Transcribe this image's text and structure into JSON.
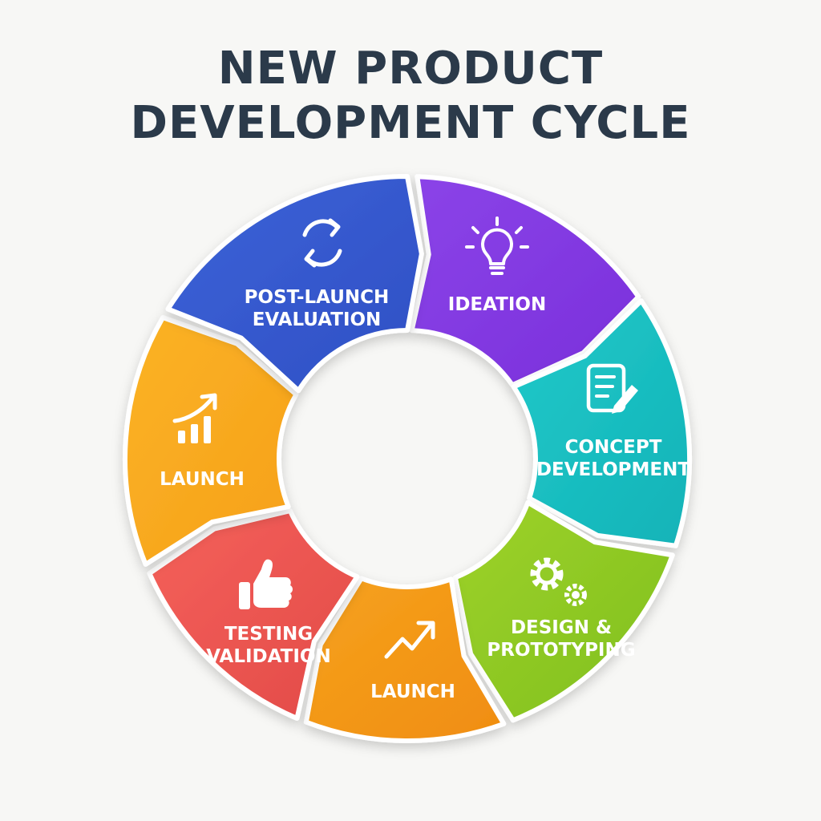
{
  "title": {
    "line1": "NEW PRODUCT",
    "line2": "DEVELOPMENT CYCLE"
  },
  "segments": [
    {
      "id": "ideation",
      "label_lines": [
        "IDEATION"
      ],
      "color": "#8b44e8",
      "color2": "#7a2fdb",
      "icon": "lightbulb-icon"
    },
    {
      "id": "concept-development",
      "label_lines": [
        "CONCEPT",
        "DEVELOPMENT"
      ],
      "color": "#21c9c9",
      "color2": "#12b3b8",
      "icon": "document-pencil-icon"
    },
    {
      "id": "design-prototyping",
      "label_lines": [
        "DESIGN &",
        "PROTOTYPING"
      ],
      "color": "#9ed22a",
      "color2": "#7fbf1e",
      "icon": "gears-icon"
    },
    {
      "id": "launch-bottom",
      "label_lines": [
        "LAUNCH"
      ],
      "color": "#f6a21e",
      "color2": "#f08d10",
      "icon": "trend-arrow-icon"
    },
    {
      "id": "testing-validation",
      "label_lines": [
        "TESTING",
        "VALIDATION"
      ],
      "color": "#f5615a",
      "color2": "#e24a48",
      "icon": "thumbs-up-icon"
    },
    {
      "id": "launch-left",
      "label_lines": [
        "LAUNCH"
      ],
      "color": "#fbb325",
      "color2": "#f6a01a",
      "icon": "bar-chart-growth-icon"
    },
    {
      "id": "post-launch-evaluation",
      "label_lines": [
        "POST-LAUNCH",
        "EVALUATION"
      ],
      "color": "#3d63d8",
      "color2": "#2f4fc4",
      "icon": "cycle-arrows-icon"
    }
  ]
}
